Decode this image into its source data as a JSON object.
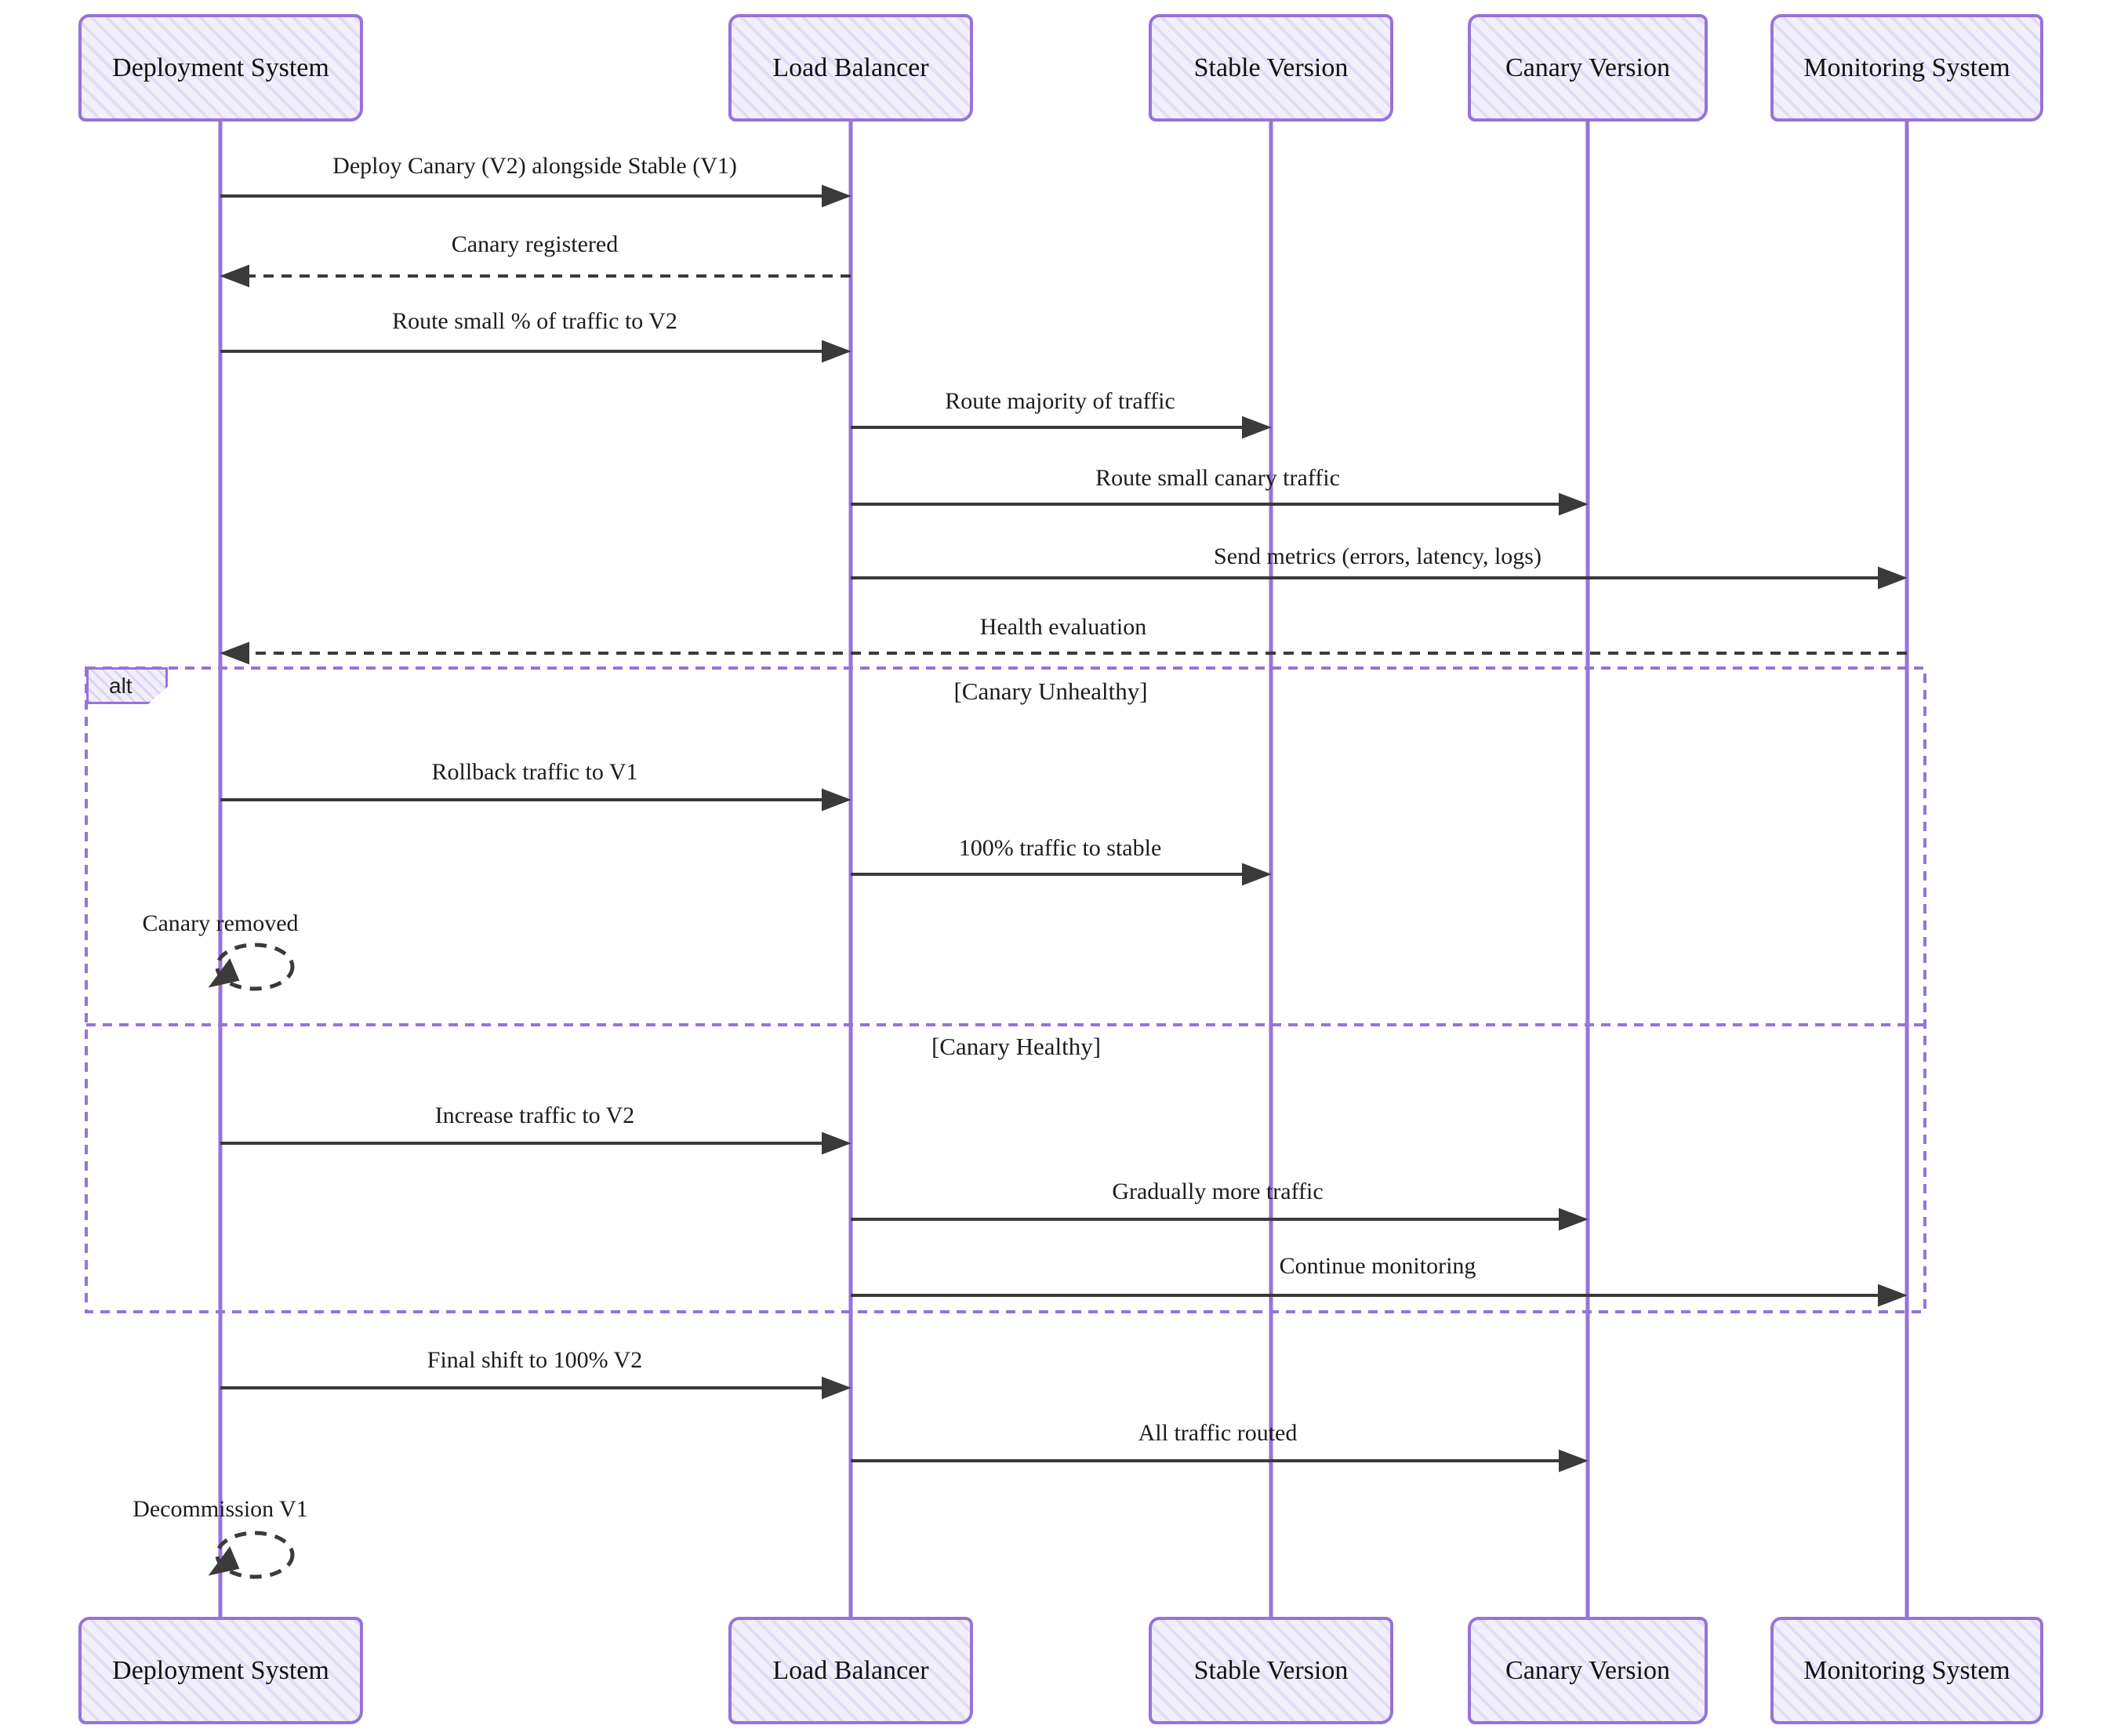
{
  "diagram_type": "sequence-diagram",
  "actors": [
    {
      "label": "Deployment System"
    },
    {
      "label": "Load Balancer"
    },
    {
      "label": "Stable Version"
    },
    {
      "label": "Canary Version"
    },
    {
      "label": "Monitoring System"
    }
  ],
  "messages": [
    {
      "label": "Deploy Canary (V2) alongside Stable (V1)",
      "from": "Deployment System",
      "to": "Load Balancer",
      "line": "solid"
    },
    {
      "label": "Canary registered",
      "from": "Load Balancer",
      "to": "Deployment System",
      "line": "dashed"
    },
    {
      "label": "Route small % of traffic to V2",
      "from": "Deployment System",
      "to": "Load Balancer",
      "line": "solid"
    },
    {
      "label": "Route majority of traffic",
      "from": "Load Balancer",
      "to": "Stable Version",
      "line": "solid"
    },
    {
      "label": "Route small canary traffic",
      "from": "Load Balancer",
      "to": "Canary Version",
      "line": "solid"
    },
    {
      "label": "Send metrics (errors, latency, logs)",
      "from": "Load Balancer",
      "to": "Monitoring System",
      "line": "solid"
    },
    {
      "label": "Health evaluation",
      "from": "Monitoring System",
      "to": "Deployment System",
      "line": "dashed"
    },
    {
      "label": "Rollback traffic to V1",
      "from": "Deployment System",
      "to": "Load Balancer",
      "line": "solid"
    },
    {
      "label": "100% traffic to stable",
      "from": "Load Balancer",
      "to": "Stable Version",
      "line": "solid"
    },
    {
      "label": "Canary removed",
      "from": "Deployment System",
      "to": "Deployment System",
      "line": "dashed-self"
    },
    {
      "label": "Increase traffic to V2",
      "from": "Deployment System",
      "to": "Load Balancer",
      "line": "solid"
    },
    {
      "label": "Gradually more traffic",
      "from": "Load Balancer",
      "to": "Canary Version",
      "line": "solid"
    },
    {
      "label": "Continue monitoring",
      "from": "Load Balancer",
      "to": "Monitoring System",
      "line": "solid"
    },
    {
      "label": "Final shift to 100% V2",
      "from": "Deployment System",
      "to": "Load Balancer",
      "line": "solid"
    },
    {
      "label": "All traffic routed",
      "from": "Load Balancer",
      "to": "Canary Version",
      "line": "solid"
    },
    {
      "label": "Decommission V1",
      "from": "Deployment System",
      "to": "Deployment System",
      "line": "dashed-self"
    }
  ],
  "alt_frame": {
    "operator": "alt",
    "sections": [
      {
        "condition": "[Canary Unhealthy]"
      },
      {
        "condition": "[Canary Healthy]"
      }
    ]
  },
  "colors": {
    "accent_purple": "#9673d9",
    "message_line": "#3a3a3a",
    "box_fill": "#f2effc",
    "text": "#1c1c1c"
  }
}
